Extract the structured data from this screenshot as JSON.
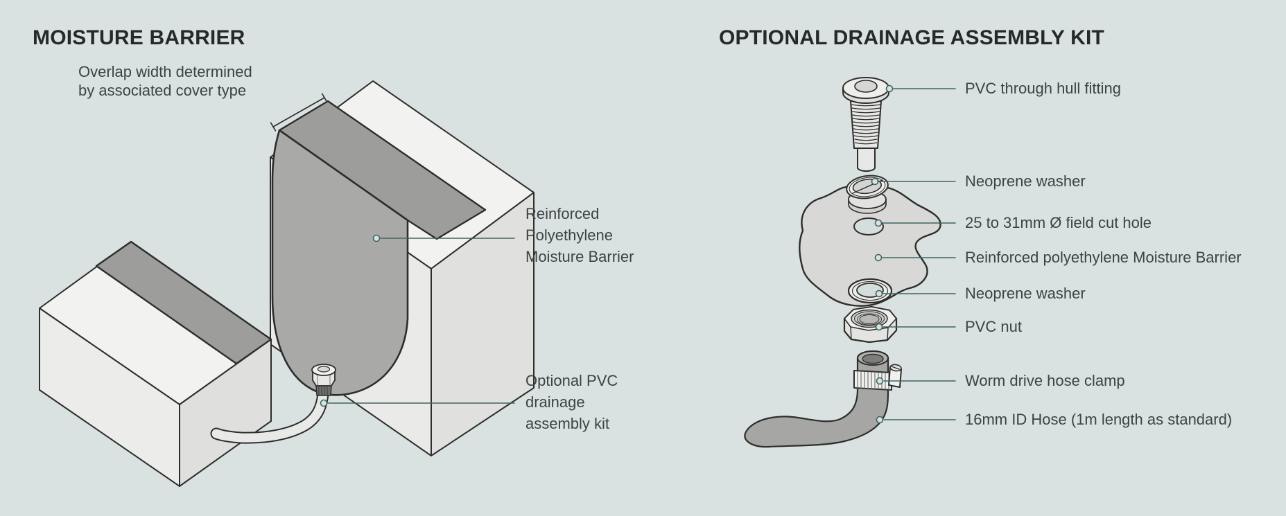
{
  "left_panel": {
    "title": "MOISTURE BARRIER",
    "annotation": {
      "line1": "Overlap width determined",
      "line2": "by associated cover type"
    },
    "labels": [
      {
        "id": "reinforced-barrier",
        "lines": [
          "Reinforced",
          "Polyethylene",
          "Moisture Barrier"
        ]
      },
      {
        "id": "optional-drainage-kit",
        "lines": [
          "Optional PVC",
          "drainage",
          "assembly kit"
        ]
      }
    ]
  },
  "right_panel": {
    "title": "OPTIONAL DRAINAGE ASSEMBLY KIT",
    "labels": [
      "PVC through hull fitting",
      "Neoprene washer",
      "25 to 31mm Ø field cut hole",
      "Reinforced polyethylene Moisture Barrier",
      "Neoprene washer",
      "PVC nut",
      "Worm drive hose clamp",
      "16mm ID Hose (1m length as standard)"
    ]
  },
  "colors": {
    "background": "#d9e1e1",
    "outline": "#2d2d2b",
    "leader": "#3e6560",
    "barrier_gray": "#a9a9a7",
    "overlap_band": "#9d9d9b",
    "box_light": "#ebebe9",
    "title_text": "#25292a",
    "label_text": "#3c4344"
  }
}
